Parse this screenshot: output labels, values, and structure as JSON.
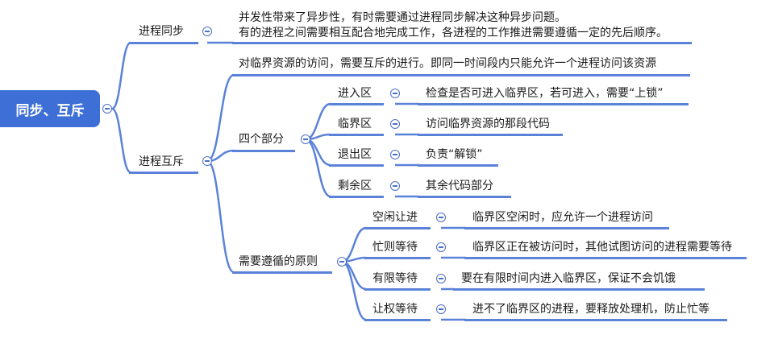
{
  "root": {
    "label": "同步、互斥"
  },
  "sync": {
    "label": "进程同步",
    "lines": [
      "并发性带来了异步性，有时需要通过进程同步解决这种异步问题。",
      "有的进程之间需要相互配合地完成工作，各进程的工作推进需要遵循一定的先后顺序。"
    ]
  },
  "mutex": {
    "label": "进程互斥",
    "desc": "对临界资源的访问，需要互斥的进行。即同一时间段内只能允许一个进程访问该资源",
    "parts": {
      "label": "四个部分",
      "items": [
        {
          "name": "进入区",
          "desc": "检查是否可进入临界区，若可进入，需要“上锁”"
        },
        {
          "name": "临界区",
          "desc": "访问临界资源的那段代码"
        },
        {
          "name": "退出区",
          "desc": "负责“解锁”"
        },
        {
          "name": "剩余区",
          "desc": "其余代码部分"
        }
      ]
    },
    "principles": {
      "label": "需要遵循的原则",
      "items": [
        {
          "name": "空闲让进",
          "desc": "临界区空闲时，应允许一个进程访问"
        },
        {
          "name": "忙则等待",
          "desc": "临界区正在被访问时，其他试图访问的进程需要等待"
        },
        {
          "name": "有限等待",
          "desc": "要在有限时间内进入临界区，保证不会饥饿"
        },
        {
          "name": "让权等待",
          "desc": "进不了临界区的进程，要释放处理机，防止忙等"
        }
      ]
    }
  },
  "colors": {
    "accent": "#3d6fd6",
    "line": "#5b82d9"
  }
}
